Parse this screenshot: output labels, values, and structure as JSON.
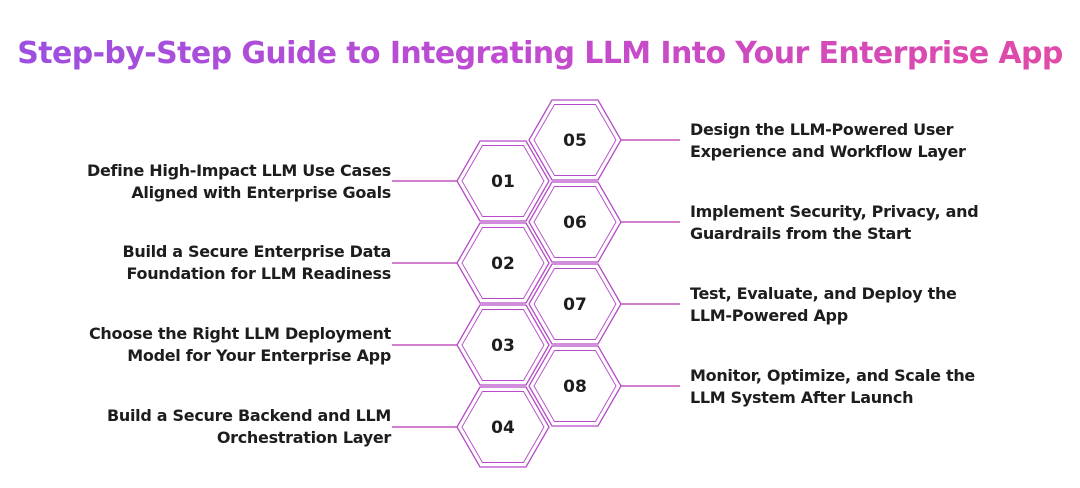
{
  "title": "Step-by-Step Guide to Integrating LLM Into Your Enterprise App",
  "colors": {
    "title_gradient": [
      "#9b4fe0",
      "#c24bd0",
      "#e24aa6"
    ],
    "hex_stroke": "#b54bc8",
    "connector": "#c455c0",
    "text": "#1d1d1f"
  },
  "steps": [
    {
      "number": "01",
      "line1": "Define High-Impact LLM Use Cases",
      "line2": "Aligned with Enterprise Goals"
    },
    {
      "number": "02",
      "line1": "Build a Secure Enterprise Data",
      "line2": "Foundation for LLM Readiness"
    },
    {
      "number": "03",
      "line1": "Choose the Right LLM Deployment",
      "line2": "Model for Your Enterprise App"
    },
    {
      "number": "04",
      "line1": "Build a Secure Backend and LLM",
      "line2": "Orchestration Layer"
    },
    {
      "number": "05",
      "line1": "Design the LLM-Powered User",
      "line2": "Experience and Workflow Layer"
    },
    {
      "number": "06",
      "line1": "Implement Security, Privacy, and",
      "line2": "Guardrails from the Start"
    },
    {
      "number": "07",
      "line1": "Test, Evaluate, and Deploy the",
      "line2": "LLM-Powered App"
    },
    {
      "number": "08",
      "line1": "Monitor, Optimize, and Scale the",
      "line2": "LLM System After Launch"
    }
  ]
}
